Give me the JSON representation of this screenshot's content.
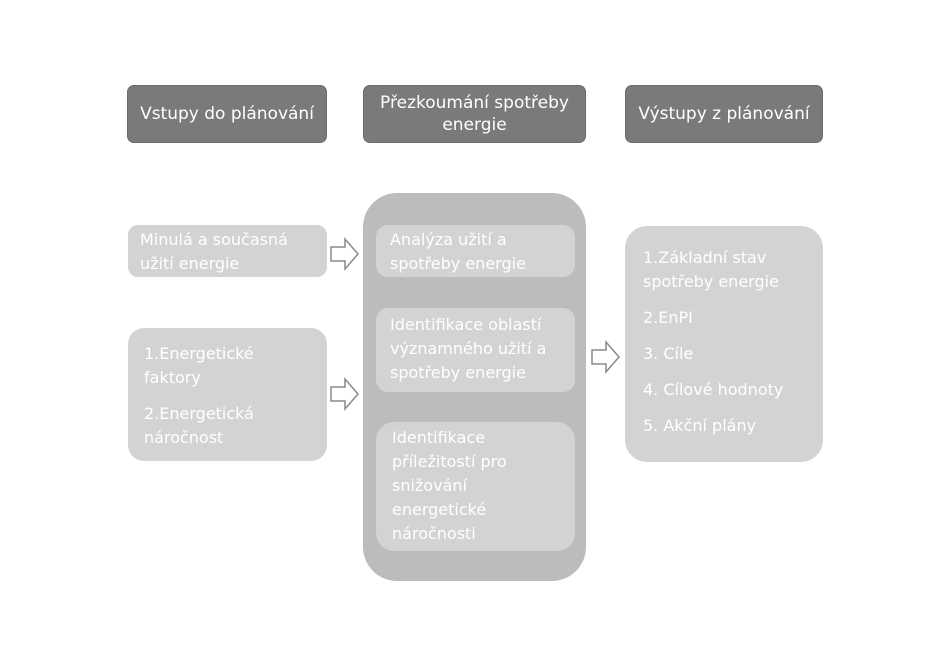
{
  "headers": {
    "inputs": "Vstupy do plánování",
    "review_line1": "Přezkoumání spotřeby",
    "review_line2": "energie",
    "outputs": "Výstupy z plánování"
  },
  "inputs": {
    "box1_line1": "Minulá a současná",
    "box1_line2": "užití energie",
    "box2_line1": "1.Energetické",
    "box2_line2": "faktory",
    "box2_line3": "2.Energetická",
    "box2_line4": "náročnost"
  },
  "review": {
    "item1_line1": "Analýza užití a",
    "item1_line2": "spotřeby energie",
    "item2_line1": "Identifikace oblastí",
    "item2_line2": "významného užití a",
    "item2_line3": "spotřeby energie",
    "item3_line1": "Identifikace",
    "item3_line2": "příležitostí pro",
    "item3_line3": "snižování",
    "item3_line4": "energetické",
    "item3_line5": "náročnosti"
  },
  "outputs": {
    "line1": "1.Základní stav",
    "line2": "spotřeby energie",
    "line3": "2.EnPI",
    "line4": "3. Cíle",
    "line5": "4. Cílové hodnoty",
    "line6": "5. Akční plány"
  },
  "colors": {
    "header_fill": "#7a7a7b",
    "light_fill": "#d3d3d3",
    "container_fill": "#bcbcbc",
    "text": "#ffffff",
    "arrow_stroke": "#8a8a8a"
  }
}
